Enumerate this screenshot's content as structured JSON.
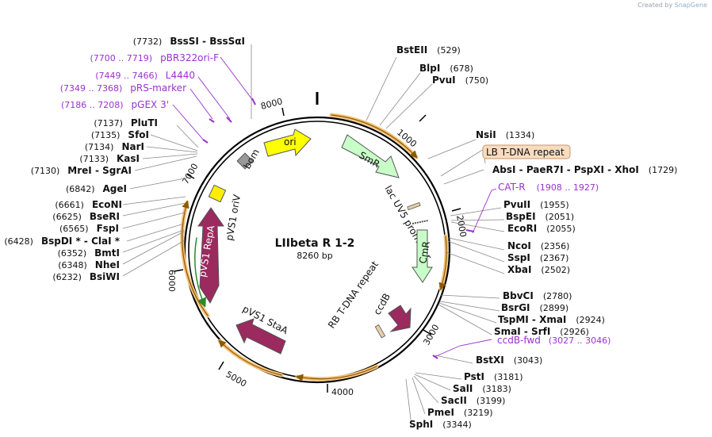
{
  "credit": {
    "prefix": "Created by",
    "brand": "SnapGene"
  },
  "plasmid": {
    "name": "LIIbeta R 1-2",
    "length": "8260 bp"
  },
  "ticks": [
    {
      "label": "1000"
    },
    {
      "label": "2000"
    },
    {
      "label": "3000"
    },
    {
      "label": "4000"
    },
    {
      "label": "5000"
    },
    {
      "label": "6000"
    },
    {
      "label": "7000"
    },
    {
      "label": "8000"
    }
  ],
  "features": [
    {
      "label": "ori"
    },
    {
      "label": "SmR"
    },
    {
      "label": "bom"
    },
    {
      "label": "lac UV5 promoter"
    },
    {
      "label": "CmR"
    },
    {
      "label": "pVS1 oriV"
    },
    {
      "label": "pVS1 RepA"
    },
    {
      "label": "RB T-DNA repeat"
    },
    {
      "label": "ccdB"
    },
    {
      "label": "pVS1 StaA"
    }
  ],
  "enzymes_right": [
    {
      "name": "BstEII",
      "pos": "(529)"
    },
    {
      "name": "BlpI",
      "pos": "(678)"
    },
    {
      "name": "PvuI",
      "pos": "(750)"
    },
    {
      "name": "NsiI",
      "pos": "(1334)"
    },
    {
      "name": "AbsI  -  PaeR7I  -  PspXI  -  XhoI",
      "pos": "(1729)"
    },
    {
      "name": "PvuII",
      "pos": "(1955)"
    },
    {
      "name": "BspEI",
      "pos": "(2051)"
    },
    {
      "name": "EcoRI",
      "pos": "(2055)"
    },
    {
      "name": "NcoI",
      "pos": "(2356)"
    },
    {
      "name": "SspI",
      "pos": "(2367)"
    },
    {
      "name": "XbaI",
      "pos": "(2502)"
    },
    {
      "name": "BbvCI",
      "pos": "(2780)"
    },
    {
      "name": "BsrGI",
      "pos": "(2899)"
    },
    {
      "name": "TspMI  -  XmaI",
      "pos": "(2924)"
    },
    {
      "name": "SmaI  -  SrfI",
      "pos": "(2926)"
    },
    {
      "name": "BstXI",
      "pos": "(3043)"
    },
    {
      "name": "PstI",
      "pos": "(3181)"
    },
    {
      "name": "SalI",
      "pos": "(3183)"
    },
    {
      "name": "SacII",
      "pos": "(3199)"
    },
    {
      "name": "PmeI",
      "pos": "(3219)"
    },
    {
      "name": "SphI",
      "pos": "(3344)"
    }
  ],
  "enzymes_left": [
    {
      "pos": "(7732)",
      "name": "BssSI  -  BssSαI"
    },
    {
      "pos": "(7137)",
      "name": "PluTI"
    },
    {
      "pos": "(7135)",
      "name": "SfoI"
    },
    {
      "pos": "(7134)",
      "name": "NarI"
    },
    {
      "pos": "(7133)",
      "name": "KasI"
    },
    {
      "pos": "(7130)",
      "name": "MreI  -  SgrAI"
    },
    {
      "pos": "(6842)",
      "name": "AgeI"
    },
    {
      "pos": "(6661)",
      "name": "EcoNI"
    },
    {
      "pos": "(6625)",
      "name": "BseRI"
    },
    {
      "pos": "(6565)",
      "name": "FspI"
    },
    {
      "pos": "(6428)",
      "name": "BspDI *  -  ClaI *"
    },
    {
      "pos": "(6352)",
      "name": "BmtI"
    },
    {
      "pos": "(6348)",
      "name": "NheI"
    },
    {
      "pos": "(6232)",
      "name": "BsiWI"
    }
  ],
  "primers_left": [
    {
      "pos": "(7700 .. 7719)",
      "name": "pBR322ori-F"
    },
    {
      "pos": "(7449 .. 7466)",
      "name": "L4440"
    },
    {
      "pos": "(7349 .. 7368)",
      "name": "pRS-marker"
    },
    {
      "pos": "(7186 .. 7208)",
      "name": "pGEX 3'"
    }
  ],
  "primers_right": [
    {
      "name": "CAT-R",
      "pos": "(1908 .. 1927)"
    },
    {
      "name": "ccdB-fwd",
      "pos": "(3027 .. 3046)"
    }
  ],
  "boxed_feature": {
    "label": "LB T-DNA repeat"
  },
  "colors": {
    "ori": "#ffff00",
    "SmR": "#c8ffc8",
    "CmR": "#c8ffc8",
    "repA": "#9b2a5e",
    "oriV": "#ffee00",
    "bom": "#999999",
    "orf": "#ffb000",
    "primer": "#9a32cd",
    "lb_fill": "#f8dcc0",
    "lb_stroke": "#c9966b"
  }
}
